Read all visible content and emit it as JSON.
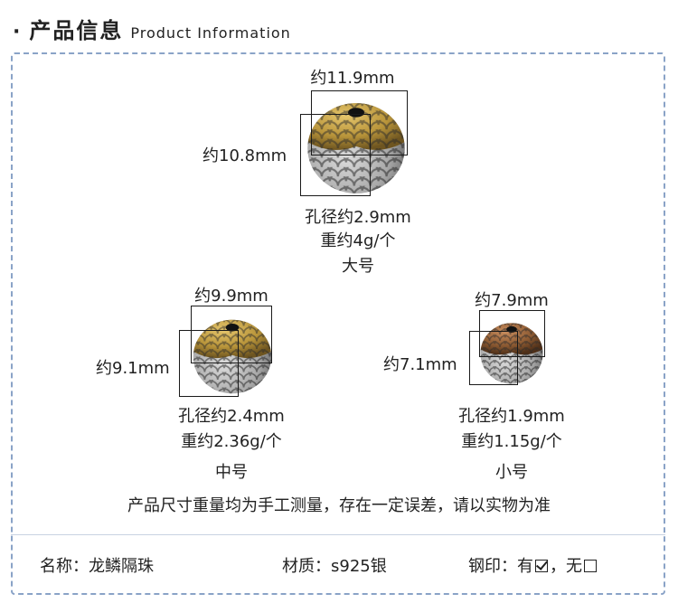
{
  "header": {
    "dot": "·",
    "title_zh": "产品信息",
    "title_en": "Product Information"
  },
  "beads": {
    "large": {
      "width": "约11.9mm",
      "height": "约10.8mm",
      "hole": "孔径约2.9mm",
      "weight": "重约4g/个",
      "size": "大号"
    },
    "medium": {
      "width": "约9.9mm",
      "height": "约9.1mm",
      "hole": "孔径约2.4mm",
      "weight": "重约2.36g/个",
      "size": "中号"
    },
    "small": {
      "width": "约7.9mm",
      "height": "约7.1mm",
      "hole": "孔径约1.9mm",
      "weight": "重约1.15g/个",
      "size": "小号"
    }
  },
  "note": "产品尺寸重量均为手工测量，存在一定误差，请以实物为准",
  "footer": {
    "name": "名称：龙鳞隔珠",
    "material": "材质：s925银",
    "stamp_label": "钢印：",
    "stamp_yes": "有",
    "stamp_sep": "，",
    "stamp_no": "无"
  },
  "colors": {
    "frame": "#8aa3c7",
    "gold": "#b8943a",
    "silver": "#a9a9a9",
    "copper": "#8c5a32"
  },
  "stamp_yes_checked": true,
  "stamp_no_checked": false
}
